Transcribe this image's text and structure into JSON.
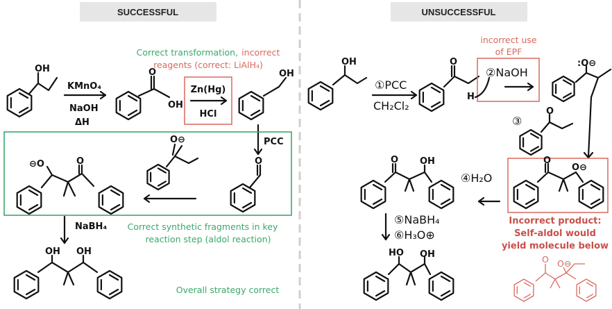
{
  "headers": {
    "left": "SUCCESSFUL",
    "right": "UNSUCCESSFUL"
  },
  "colors": {
    "green": "#3aa86b",
    "red": "#d9685c",
    "header_bg": "#e6e6e6"
  },
  "left": {
    "step1_reagent_top": "KMnO₄",
    "step1_reagent_mid": "NaOH",
    "step1_reagent_bot": "ΔH",
    "oh_label": "OH",
    "acid_oh": "OH",
    "acid_o": "O",
    "step2_reagent_top": "Zn(Hg)",
    "step2_reagent_bot": "HCl",
    "note1_green": "Correct transformation,",
    "note1_red": "incorrect",
    "note1_line2": "reagents (correct: LiAlH₄)",
    "alcohol_oh": "OH",
    "pcc": "PCC",
    "aldehyde_o": "O",
    "enolate_o": "O⊖",
    "aldol_o_minus": "⊖O",
    "aldol_o": "O",
    "nabh4": "NaBH₄",
    "note2_line1": "Correct synthetic fragments in key",
    "note2_line2": "reaction step (aldol reaction)",
    "diol_oh1": "OH",
    "diol_oh2": "OH",
    "note3": "Overall strategy correct"
  },
  "right": {
    "oh_label": "OH",
    "step1_reagent": "①PCC",
    "step1_solvent": "CH₂Cl₂",
    "ketone_o": "O",
    "h_label": "H",
    "note_epf_line1": "incorrect use",
    "note_epf_line2": "of EPF",
    "step2_reagent": "②NaOH",
    "enolate_o": ":O⊖",
    "step3": "③",
    "step3_o": "O",
    "product_o": "O",
    "product_o_minus": "O⊖",
    "step4": "④H₂O",
    "aldol_o": "O",
    "aldol_oh": "OH",
    "step5": "⑤NaBH₄",
    "step6": "⑥H₃O⊕",
    "diol_ho": "HO",
    "diol_oh": "OH",
    "note_line1": "Incorrect product:",
    "note_line2": "Self-aldol would",
    "note_line3": "yield molecule below",
    "self_aldol_o": "O",
    "self_aldol_o_minus": "O⊖"
  }
}
